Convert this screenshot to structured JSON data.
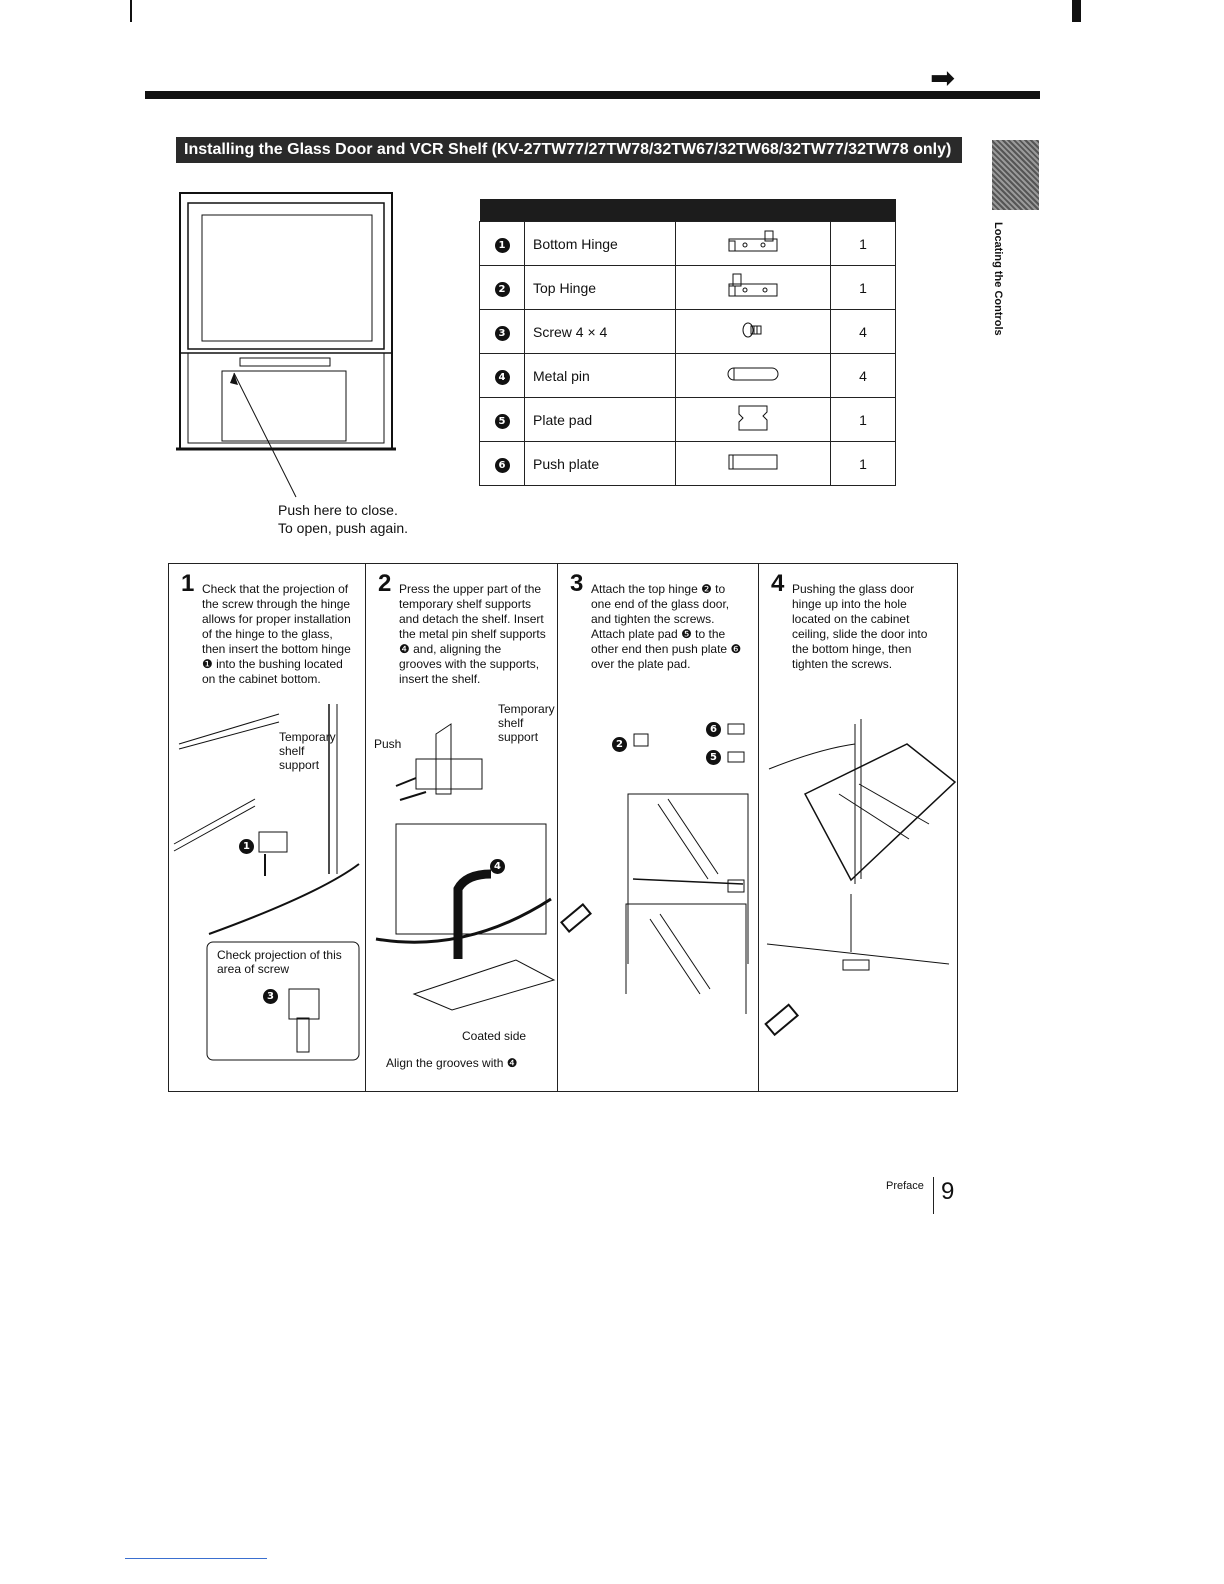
{
  "header": {
    "arrow": "➡"
  },
  "section_title": "Installing the Glass Door and VCR Shelf (KV-27TW77/27TW78/32TW67/32TW68/32TW77/32TW78 only)",
  "side_tab": {
    "label": "Locating the Controls"
  },
  "tv_figure": {
    "caption_line1": "Push here to close.",
    "caption_line2": "To open, push again."
  },
  "parts": [
    {
      "mark": "1",
      "name": "Bottom Hinge",
      "icon": "bottom-hinge-icon",
      "qty": "1"
    },
    {
      "mark": "2",
      "name": "Top Hinge",
      "icon": "top-hinge-icon",
      "qty": "1"
    },
    {
      "mark": "3",
      "name": "Screw 4 × 4",
      "icon": "screw-icon",
      "qty": "4"
    },
    {
      "mark": "4",
      "name": "Metal pin",
      "icon": "metal-pin-icon",
      "qty": "4"
    },
    {
      "mark": "5",
      "name": "Plate pad",
      "icon": "plate-pad-icon",
      "qty": "1"
    },
    {
      "mark": "6",
      "name": "Push plate",
      "icon": "push-plate-icon",
      "qty": "1"
    }
  ],
  "steps": [
    {
      "num": "1",
      "lines": [
        "Check that the projection of",
        "the screw through the hinge",
        "allows for proper installation",
        "of the hinge to the glass,",
        "then insert the bottom hinge",
        "❶ into the bushing located",
        "on the cabinet bottom."
      ],
      "labels": {
        "temp_support_1": "Temporary",
        "temp_support_2": "shelf",
        "temp_support_3": "support",
        "check_1": "Check projection of this",
        "check_2": "area of screw",
        "mark_a": "1",
        "mark_b": "3"
      }
    },
    {
      "num": "2",
      "lines": [
        "Press the upper part of the",
        "temporary shelf supports",
        "and detach the shelf. Insert",
        "the metal pin shelf supports",
        "❹ and, aligning the",
        "grooves with the supports,",
        "insert the shelf."
      ],
      "labels": {
        "temp_1": "Temporary",
        "temp_2": "shelf",
        "temp_3": "support",
        "push": "Push",
        "mark": "4",
        "coated": "Coated side",
        "align": "Align the grooves with ❹"
      }
    },
    {
      "num": "3",
      "lines": [
        "Attach the top hinge ❷ to",
        "one end of the glass door,",
        "and tighten the screws.",
        "Attach plate pad ❺ to the",
        "other end then push plate ❻",
        "over the plate pad."
      ],
      "labels": {
        "mark_2": "2",
        "mark_6": "6",
        "mark_5": "5"
      }
    },
    {
      "num": "4",
      "lines": [
        "Pushing the glass door",
        "hinge up into the hole",
        "located on the cabinet",
        "ceiling, slide the door into",
        "the bottom hinge, then",
        "tighten the screws."
      ],
      "labels": {}
    }
  ],
  "footer": {
    "section": "Preface",
    "page": "9"
  }
}
